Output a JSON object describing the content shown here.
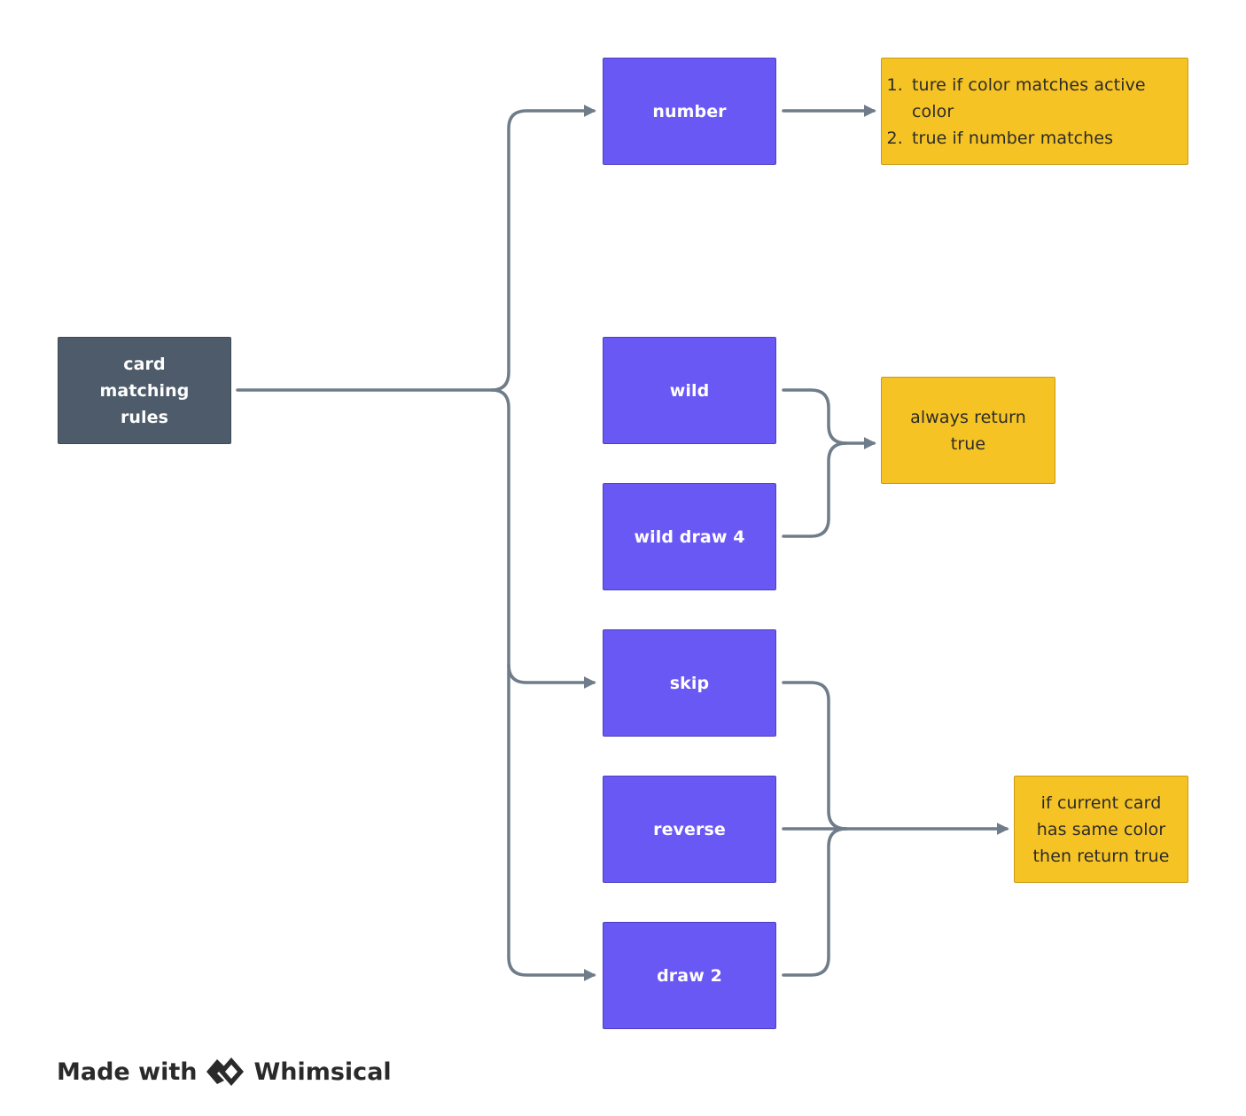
{
  "root": {
    "label": "card matching rules"
  },
  "card_types": {
    "number": "number",
    "wild": "wild",
    "wild_draw4": "wild draw 4",
    "skip": "skip",
    "reverse": "reverse",
    "draw2": "draw 2"
  },
  "rules": {
    "number_rules": [
      "ture if color matches active color",
      "true if number matches"
    ],
    "wild_rule": "always return true",
    "action_rule": "if current card has same color then return true"
  },
  "footer": {
    "made_with": "Made with",
    "brand": "Whimsical"
  },
  "colors": {
    "root": "#4d5b6a",
    "card_type": "#6a58f4",
    "rule_note": "#f6c324",
    "connector": "#6f7c89"
  }
}
